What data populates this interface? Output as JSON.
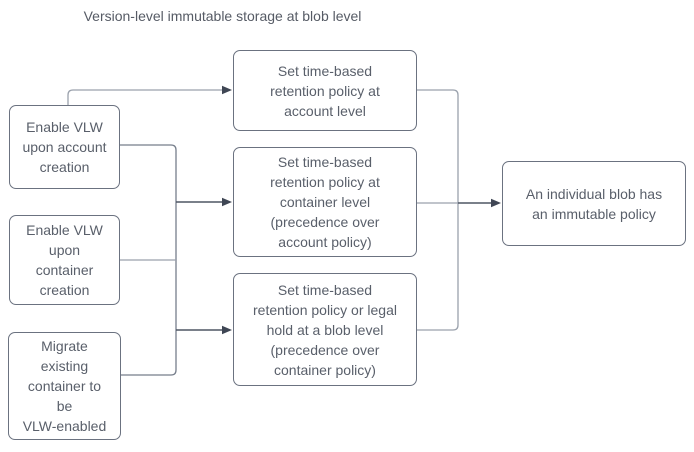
{
  "title": "Version-level immutable storage at blob level",
  "nodes": {
    "enable_vlw_account": "Enable VLW\nupon account\ncreation",
    "enable_vlw_container": "Enable VLW\nupon\ncontainer\ncreation",
    "migrate_existing": "Migrate\nexisting\ncontainer to\nbe\nVLW-enabled",
    "retention_account": "Set time-based\nretention policy at\naccount level",
    "retention_container": "Set time-based\nretention policy at\ncontainer level\n(precedence over\naccount policy)",
    "retention_blob": "Set time-based\nretention policy or legal\nhold at a blob level\n(precedence over\ncontainer policy)",
    "blob_immutable": "An individual blob has\nan immutable policy"
  },
  "colors": {
    "node_border": "#6b7280",
    "node_fill": "#ffffff",
    "text": "#595f6a",
    "connector_light": "#9aa1ac",
    "connector_medium": "#767e8b",
    "connector_dark": "#4e5664",
    "arrowhead": "#3f4654"
  }
}
